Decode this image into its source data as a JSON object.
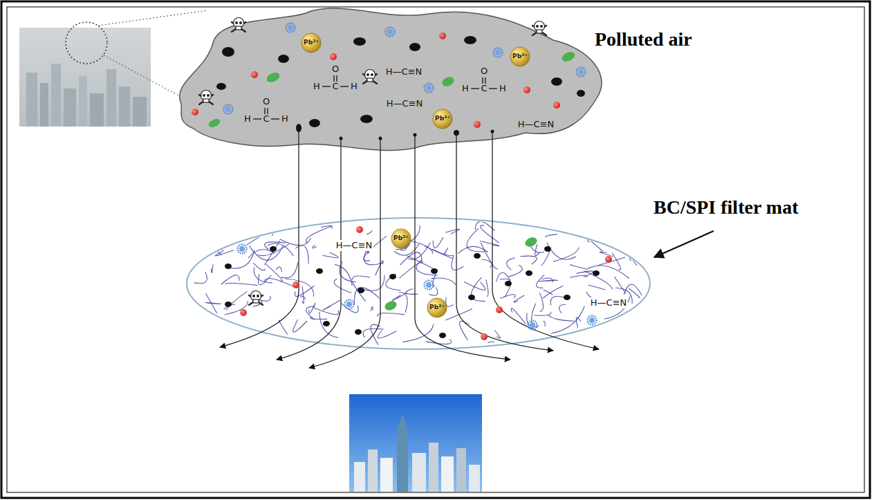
{
  "diagram": {
    "labels": [
      "Polluted air",
      "Pb²⁺",
      "H—C≡N",
      "O",
      "H",
      "C",
      "H",
      "O",
      "H",
      "C",
      "H",
      "Pb²⁺",
      "O",
      "H",
      "C",
      "H",
      "H—C≡N",
      "Pb²⁺",
      "H—C≡N",
      "BC/SPI filter mat",
      "H—C≡N",
      "Pb²⁺",
      "H—C≡N",
      "Pb²⁺"
    ]
  }
}
